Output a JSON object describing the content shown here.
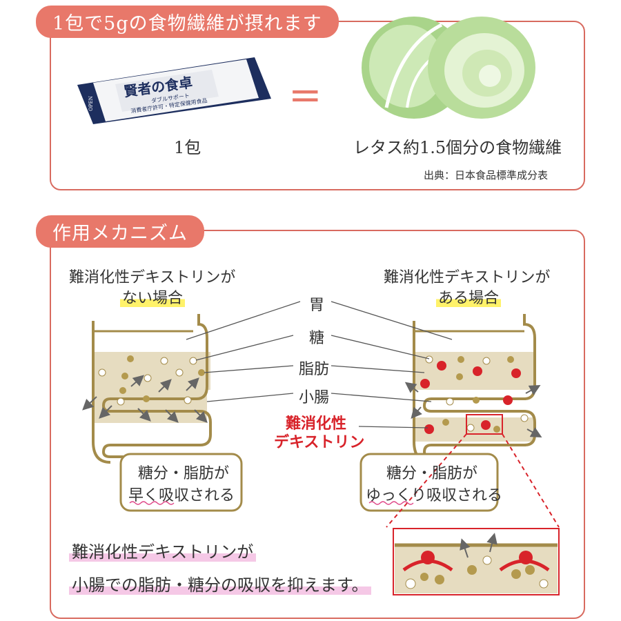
{
  "fiber": {
    "title": "1包で5gの食物繊維が摂れます",
    "packet": {
      "brand": "賢者の食卓",
      "sub": "ダブルサポート",
      "note": "消費者庁許可・特定保健用食品",
      "open": "OPEN"
    },
    "equals": "=",
    "left_caption": "1包",
    "right_caption": "レタス約1.5個分の食物繊維",
    "source": "出典：日本食品標準成分表"
  },
  "mechanism": {
    "title": "作用メカニズム",
    "left": {
      "heading_line1": "難消化性デキストリンが",
      "heading_line2": "ない場合",
      "bubble_line1": "糖分・脂肪が",
      "bubble_line2": "早く吸収される"
    },
    "right": {
      "heading_line1": "難消化性デキストリンが",
      "heading_line2": "ある場合",
      "bubble_line1": "糖分・脂肪が",
      "bubble_line2": "ゆっくり吸収される"
    },
    "labels": {
      "stomach": "胃",
      "sugar": "糖",
      "fat": "脂肪",
      "small_intestine": "小腸",
      "dextrin_line1": "難消化性",
      "dextrin_line2": "デキストリン"
    },
    "summary_line1": "難消化性デキストリンが",
    "summary_line2": "小腸での脂肪・糖分の吸収を抑えます。"
  },
  "colors": {
    "accent": "#e8786a",
    "border": "#d86a5f",
    "tube": "#a38b4a",
    "content": "#e6dcc0",
    "dextrin": "#d8232a",
    "highlight_yellow": "#fff26a",
    "highlight_pink": "#f5c8e6"
  },
  "icons": [
    "lettuce-image",
    "packet-image",
    "arrow-icon",
    "smile-molecule-icon"
  ]
}
